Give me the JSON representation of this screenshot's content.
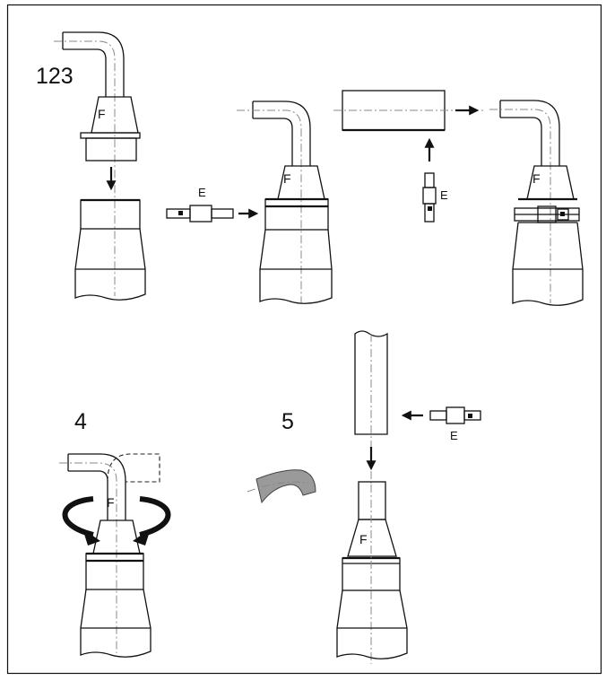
{
  "steps": {
    "combined_number": "123",
    "step_4_number": "4",
    "step_5_number": "5"
  },
  "labels": {
    "adapter": "F",
    "clamp": "E"
  },
  "colors": {
    "line": "#111111",
    "axis": "#888888",
    "removed_part_fill": "#9a9a9a"
  }
}
